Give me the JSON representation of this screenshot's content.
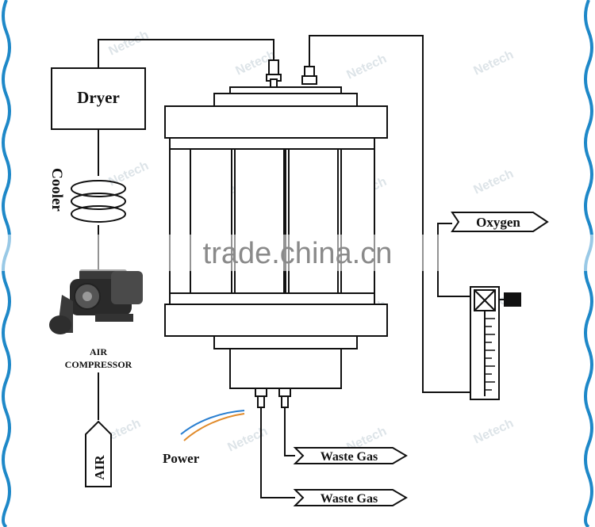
{
  "labels": {
    "dryer": "Dryer",
    "cooler": "Cooler",
    "air_compressor_line1": "AIR",
    "air_compressor_line2": "COMPRESSOR",
    "air": "AIR",
    "power": "Power",
    "oxygen": "Oxygen",
    "waste_gas_1": "Waste Gas",
    "waste_gas_2": "Waste Gas"
  },
  "watermark": {
    "brand": "Netech",
    "site": "trade.china.cn"
  },
  "colors": {
    "line": "#111111",
    "border_blue": "#1e88c8",
    "watermark": "#cfd8df",
    "wire_orange": "#e08a2a",
    "wire_blue": "#2a7fd0"
  }
}
